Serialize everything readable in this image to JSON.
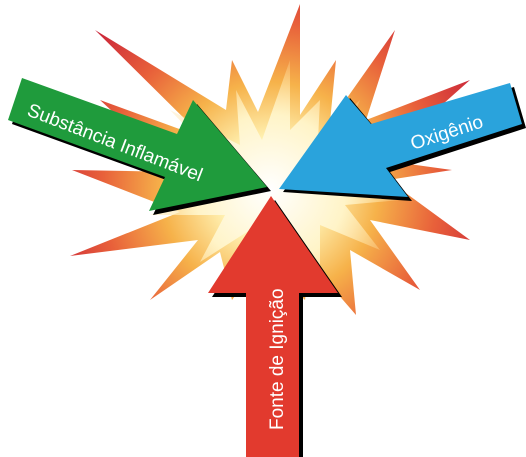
{
  "diagram": {
    "arrows": {
      "fuel": {
        "label": "Substância Inflamável",
        "color": "#1f9b3c"
      },
      "oxygen": {
        "label": "Oxigênio",
        "color": "#2aa3dc"
      },
      "ignition": {
        "label": "Fonte de Ignição",
        "color": "#e23a2e"
      }
    },
    "explosion": {
      "outer_color": "#c8203a",
      "mid_color": "#f2a03a",
      "core_color": "#fff6d6"
    }
  }
}
